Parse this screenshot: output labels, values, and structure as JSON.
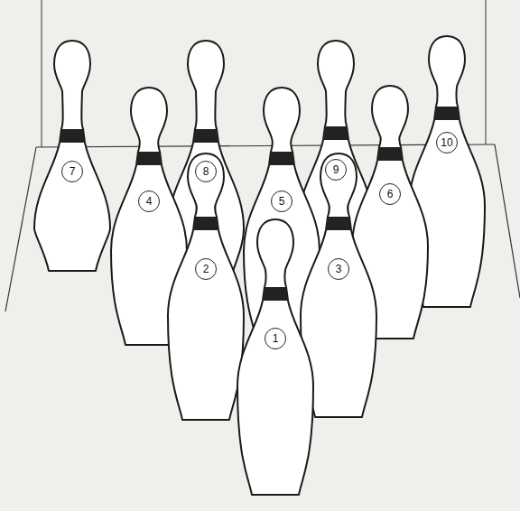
{
  "diagram": {
    "nodes": [
      {
        "text": [
          "7"
        ]
      },
      {
        "text": [
          "8"
        ]
      },
      {
        "text": [
          "9"
        ]
      },
      {
        "text": [
          "10"
        ]
      },
      {
        "text": [
          "4"
        ]
      },
      {
        "text": [
          "5"
        ]
      },
      {
        "text": [
          "6"
        ]
      },
      {
        "text": [
          "2"
        ]
      },
      {
        "text": [
          "3"
        ]
      },
      {
        "text": [
          "1"
        ]
      }
    ]
  }
}
